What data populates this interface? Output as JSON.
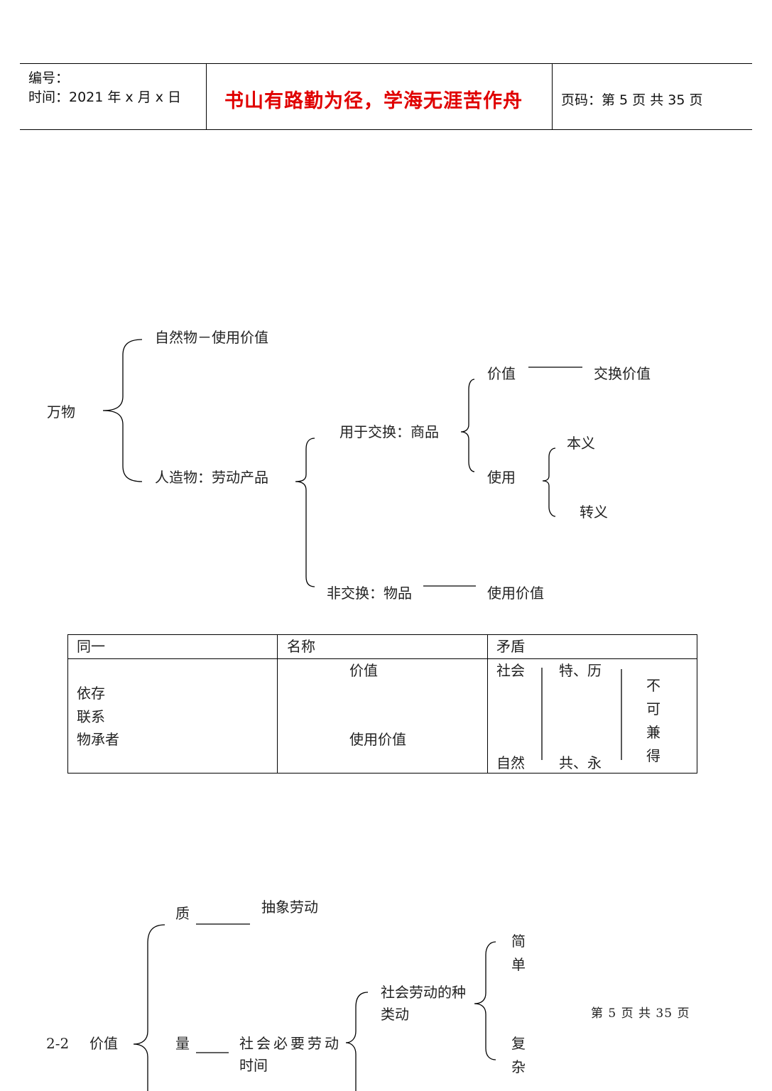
{
  "header": {
    "serial_label": "编号：",
    "date_label": "时间：2021 年 x 月 x 日",
    "motto": "书山有路勤为径，学海无涯苦作舟",
    "page_label": "页码：第 5 页  共 35 页"
  },
  "diagram1": {
    "root": "万物",
    "natural": "自然物－使用价值",
    "manmade": "人造物：劳动产品",
    "exchange": "用于交换：商品",
    "nonexchange": "非交换：物品",
    "nonexchange_value": "使用价值",
    "value": "价值",
    "exchange_value": "交换价值",
    "use": "使用",
    "literal": "本义",
    "figurative": "转义"
  },
  "table": {
    "headers": [
      "同一",
      "名称",
      "矛盾"
    ],
    "col1": [
      "依存",
      "联系",
      "物承者"
    ],
    "col2": [
      "价值",
      "使用价值"
    ],
    "col3": {
      "social": "社会",
      "natural": "自然",
      "special": "特、历",
      "common": "共、永",
      "incompatible": [
        "不",
        "可",
        "兼",
        "得"
      ]
    }
  },
  "diagram2": {
    "label": "2-2",
    "root": "价值",
    "quality": "质",
    "abstract_labor": "抽象劳动",
    "quantity": "量",
    "snlt_line1": "社会必要劳动",
    "snlt_line2": "时间",
    "kinds_line1": "社会劳动的种",
    "kinds_line2": "类动",
    "simple": [
      "简",
      "单"
    ],
    "complex": [
      "复",
      "杂"
    ]
  },
  "footer": {
    "page": "第 5 页 共 35 页"
  }
}
